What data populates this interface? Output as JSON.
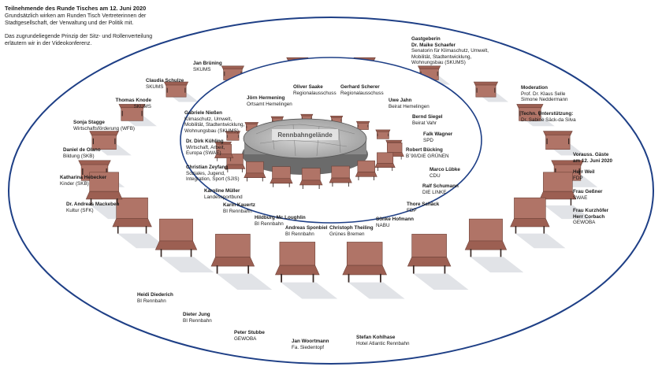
{
  "header": {
    "title": "Teilnehmende des Runde Tisches am 12. Juni 2020",
    "line1": "Grundsätzlich wirken am Runden Tisch Vertreterinnen der",
    "line2": "Stadtgesellschaft, der Verwaltung und der Politik mit.",
    "line3": "Das zugrundeliegende Prinzip der Sitz- und Rollenverteilung",
    "line4": "erläutern wir in der Videokonferenz."
  },
  "map_label": "Rennbahngelände",
  "host": {
    "heading": "Gastgeberin",
    "name": "Dr. Maike Schaefer",
    "role1": "Senatorin für Klimaschutz, Umwelt,",
    "role2": "Mobilität, Stadtentwicklung,",
    "role3": "Wohnungsbau (SKUMS)"
  },
  "moderation": {
    "heading": "Moderation",
    "p1": "Prof. Dr. Klaus Selle",
    "p2": "Simone Neddermann"
  },
  "tech": {
    "heading": "Techn. Unterstützung:",
    "p1": "Dr. Sabine Säck-da Silva"
  },
  "guests": {
    "heading1": "Vorauss. Gäste",
    "heading2": "am 12. Juni 2020",
    "g1_name": "Herr Weil",
    "g1_org": "FDP",
    "g2_name": "Frau Geßner",
    "g2_org": "SWAE",
    "g3_name1": "Frau Kurzhöfer",
    "g3_name2": "Herr Corbach",
    "g3_org": "GEWOBA"
  },
  "outer": [
    {
      "name": "Jan Brüning",
      "role": "SKUMS"
    },
    {
      "name": "Claudia Schulze",
      "role": "SKUMS"
    },
    {
      "name": "Thomas Knode",
      "role": "SKUMS"
    },
    {
      "name": "Sonja Stagge",
      "role": "Wirtschaftsförderung (WFB)"
    },
    {
      "name": "Daniel de Olano",
      "role": "Bildung (SKB)"
    },
    {
      "name": "Katharina Hebecker",
      "role": "Kinder (SKB)"
    },
    {
      "name": "Dr. Andreas Mackeben",
      "role": "Kultur (SFK)"
    },
    {
      "name": "Heidi Diederich",
      "role": "BI Rennbahn"
    },
    {
      "name": "Dieter Jung",
      "role": "BI Rennbahn"
    },
    {
      "name": "Peter Stubbe",
      "role": "GEWOBA"
    },
    {
      "name": "Jan Woortmann",
      "role": "Fa. Siedentopf"
    },
    {
      "name": "Stefan Kohlhase",
      "role": "Hotel Atlantic Rennbahn"
    }
  ],
  "inner": [
    {
      "name": "Oliver Saake",
      "role": "Regionalausschuss"
    },
    {
      "name": "Gerhard Scherer",
      "role": "Regionalausschuss"
    },
    {
      "name": "Jörn Hermening",
      "role": "Ortsamt Hemelingen"
    },
    {
      "name": "Uwe Jahn",
      "role": "Beirat Hemelingen"
    },
    {
      "name": "Gabriele Nießen",
      "role1": "Klimaschutz, Umwelt,",
      "role2": "Mobilität, Stadtentwicklung,",
      "role3": "Wohnungsbau (SKUMS)"
    },
    {
      "name": "Bernd Siegel",
      "role": "Beirat Vahr"
    },
    {
      "name": "Falk Wagner",
      "role": "SPD"
    },
    {
      "name": "Dr. Dirk Kühling",
      "role1": "Wirtschaft, Arbeit,",
      "role2": "Europa (SWAE)"
    },
    {
      "name": "Robert Bücking",
      "role": "B´90/DIE GRÜNEN"
    },
    {
      "name": "Christian Zeyfang",
      "role1": "Soziales, Jugend,",
      "role2": "Integration, Sport (SJIS)"
    },
    {
      "name": "Marco Lübke",
      "role": "CDU"
    },
    {
      "name": "Karoline Müller",
      "role": "Landessportbund"
    },
    {
      "name": "Ralf Schumann",
      "role": "DIE LINKE"
    },
    {
      "name": "Karin Kauertz",
      "role": "BI Rennbahn"
    },
    {
      "name": "Thore Schäck",
      "role": "FDP"
    },
    {
      "name": "Hildburg Mc Loughlin",
      "role": "BI Rennbahn"
    },
    {
      "name": "Sönke Hofmann",
      "role": "NABU"
    },
    {
      "name": "Andreas Sponbiel",
      "role": "BI Rennbahn"
    },
    {
      "name": "Christoph Theiling",
      "role": "Grünes Bremen"
    }
  ]
}
